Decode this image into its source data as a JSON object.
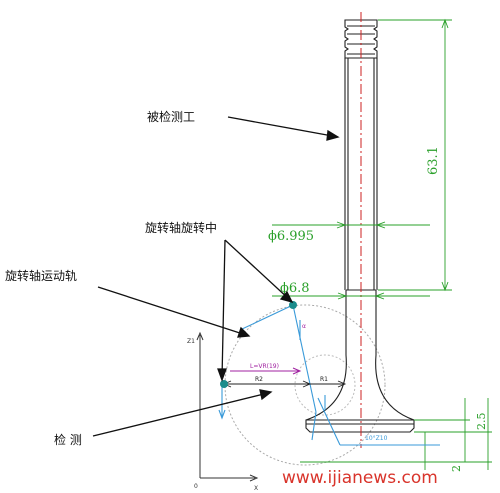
{
  "labels": {
    "workpiece": "被检测工",
    "rotation_center": "旋转轴旋转中",
    "rotation_track": "旋转轴运动轨",
    "detect": "检 测"
  },
  "dimensions": {
    "length": "63.1",
    "dia_1": "ϕ6.995",
    "dia_2": "ϕ6.8",
    "right_1": "2.5",
    "right_2": "2"
  },
  "diagram_marks": {
    "formula": "L=VR(19)",
    "r2": "R2",
    "r1": "R1",
    "alpha": "α",
    "axis_z": "Z1",
    "axis_x": "X",
    "origin": "0",
    "note": "10°Z10"
  },
  "watermark": "www.ijianews.com",
  "colors": {
    "green": "#2aa02a",
    "blue": "#3a9ad9",
    "purple": "#a020a0",
    "red": "#cc2222",
    "dark": "#111111"
  }
}
